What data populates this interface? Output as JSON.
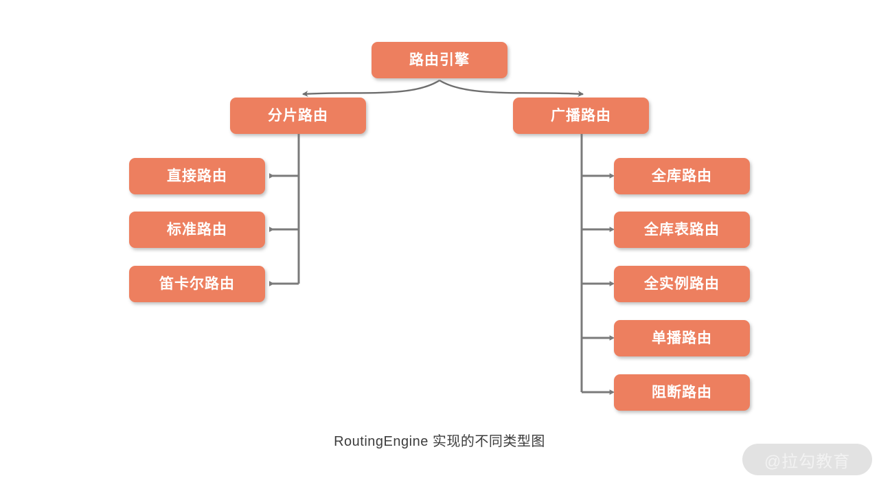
{
  "diagram": {
    "caption": "RoutingEngine 实现的不同类型图",
    "watermark": "@拉勾教育",
    "colors": {
      "node_fill": "#ED7F5F",
      "node_text": "#ffffff",
      "connector": "#7A7A7A",
      "background": "#ffffff",
      "caption_text": "#3c3c3c",
      "watermark_pill": "#E2E2E2",
      "watermark_text": "#F2F2F2"
    },
    "root": {
      "label": "路由引擎"
    },
    "branches": [
      {
        "label": "分片路由",
        "side": "left",
        "children": [
          {
            "label": "直接路由"
          },
          {
            "label": "标准路由"
          },
          {
            "label": "笛卡尔路由"
          }
        ]
      },
      {
        "label": "广播路由",
        "side": "right",
        "children": [
          {
            "label": "全库路由"
          },
          {
            "label": "全库表路由"
          },
          {
            "label": "全实例路由"
          },
          {
            "label": "单播路由"
          },
          {
            "label": "阻断路由"
          }
        ]
      }
    ]
  }
}
